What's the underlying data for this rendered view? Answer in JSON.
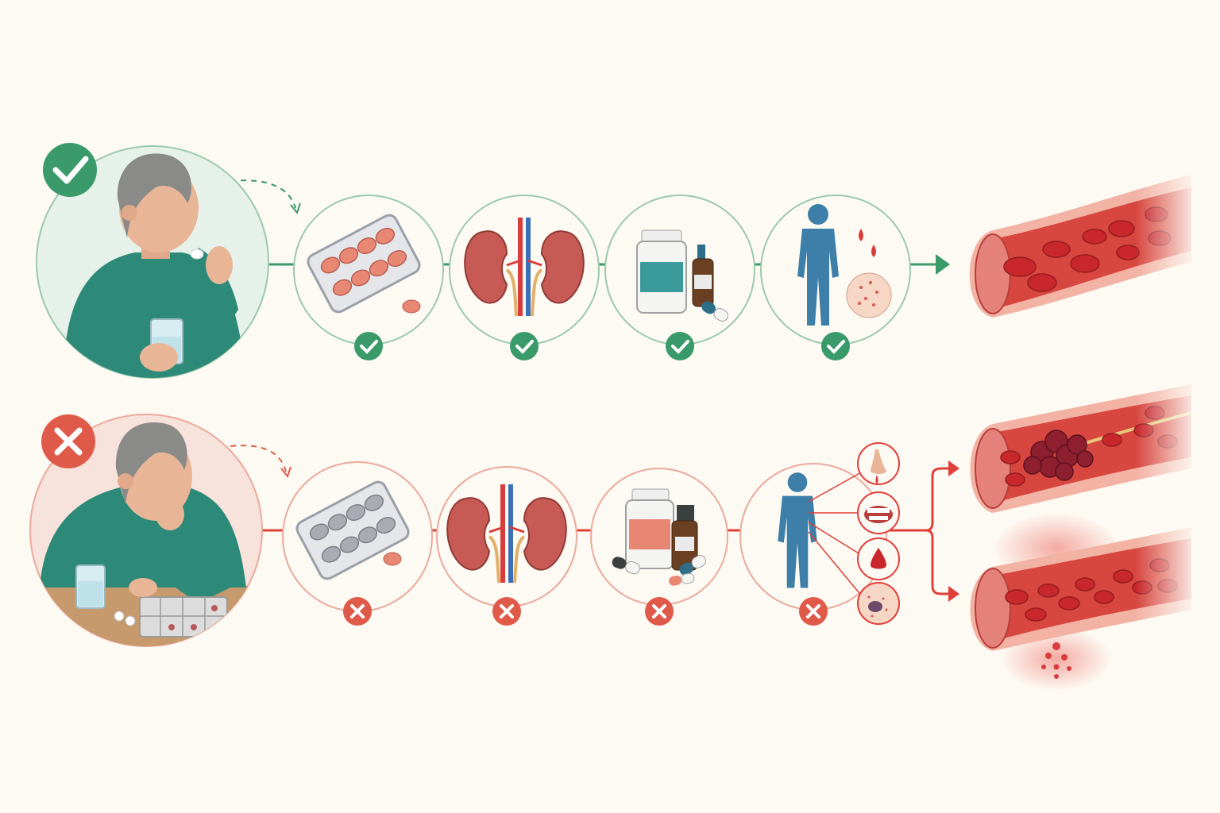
{
  "palette": {
    "background": "#fdfaf3",
    "good": "#3a9a6a",
    "good_ring": "#9cc9ae",
    "good_bg": "#e6f1ea",
    "bad": "#e05a4a",
    "bad_ring": "#eba99c",
    "bad_bg": "#f8e2dc",
    "sweater": "#2e8a78",
    "skin": "#e8b596",
    "hair": "#8a8a88",
    "vessel_wall": "#f2b2a4",
    "vessel_inner": "#d7463f",
    "blood_cell": "#c8282c",
    "figure": "#3d7fa8"
  },
  "rows": [
    {
      "id": "adherent",
      "status": "check",
      "status_icon": "check-circle-icon",
      "person": "man-taking-pill",
      "steps": [
        {
          "icon": "pill-blister-pack-icon",
          "status": "check"
        },
        {
          "icon": "kidneys-icon",
          "status": "check"
        },
        {
          "icon": "medication-bottles-icon",
          "status": "check"
        },
        {
          "icon": "body-with-blood-drops-icon",
          "status": "check"
        }
      ],
      "outcome": [
        "healthy-blood-vessel-icon"
      ]
    },
    {
      "id": "non-adherent",
      "status": "cross",
      "status_icon": "cross-circle-icon",
      "person": "man-with-pill-organizer",
      "steps": [
        {
          "icon": "empty-blister-pack-icon",
          "status": "cross"
        },
        {
          "icon": "kidneys-icon",
          "status": "cross"
        },
        {
          "icon": "medication-bottles-icon",
          "status": "cross"
        },
        {
          "icon": "body-with-symptoms-icon",
          "status": "cross"
        }
      ],
      "symptoms": [
        "nosebleed-icon",
        "bleeding-gums-icon",
        "blood-drop-icon",
        "bruised-skin-icon"
      ],
      "outcome": [
        "blood-clot-vessel-icon",
        "bleeding-vessel-icon"
      ]
    }
  ]
}
